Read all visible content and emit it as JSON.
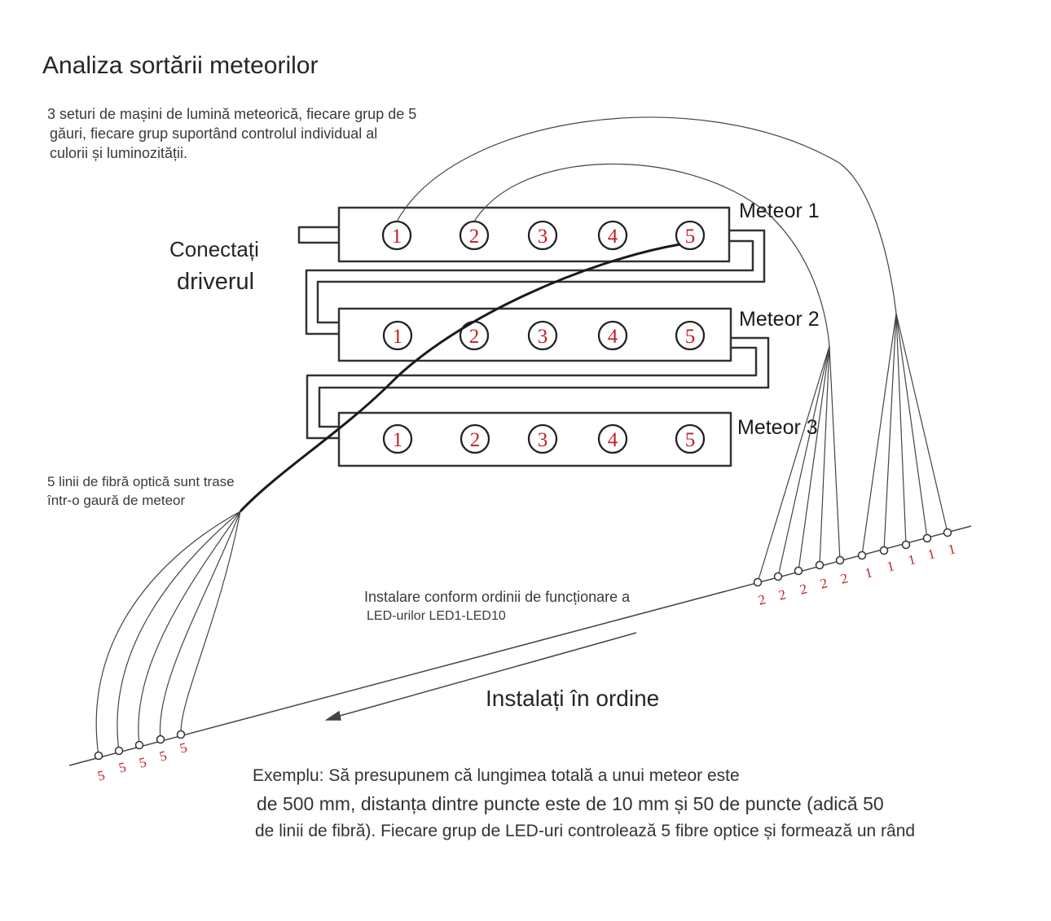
{
  "title": "Analiza sortării meteorilor",
  "description_lines": [
    "3 seturi de mașini de lumină meteorică, fiecare grup de 5",
    "găuri, fiecare grup suportând controlul individual al",
    "culorii și luminozității."
  ],
  "driver_label_lines": [
    "Conectați",
    "driverul"
  ],
  "meteor_bars": [
    {
      "label": "Meteor 1",
      "holes": [
        "1",
        "2",
        "3",
        "4",
        "5"
      ]
    },
    {
      "label": "Meteor 2",
      "holes": [
        "1",
        "2",
        "3",
        "4",
        "5"
      ]
    },
    {
      "label": "Meteor 3",
      "holes": [
        "1",
        "2",
        "3",
        "4",
        "5"
      ]
    }
  ],
  "fiber_note_lines": [
    "5 linii de fibră optică sunt trase",
    "într-o gaură de meteor"
  ],
  "install_order_note_lines": [
    "Instalare conform ordinii de funcționare a",
    "LED-urilor LED1-LED10"
  ],
  "install_in_order": "Instalați în ordine",
  "left_end_labels": [
    "5",
    "5",
    "5",
    "5",
    "5"
  ],
  "right_end_labels_group2": [
    "2",
    "2",
    "2",
    "2",
    "2"
  ],
  "right_end_labels_group1": [
    "1",
    "1",
    "1",
    "1",
    "1"
  ],
  "example_lines": [
    "Exemplu: Să presupunem că lungimea totală a unui meteor este",
    "de 500 mm, distanța dintre puncte este de 10 mm și 50 de puncte (adică 50",
    "de linii de fibră). Fiecare grup de LED-uri controlează 5 fibre optice și formează un rând"
  ],
  "colors": {
    "hole_number": "#c21d26",
    "line": "#333333",
    "text": "#333333"
  }
}
